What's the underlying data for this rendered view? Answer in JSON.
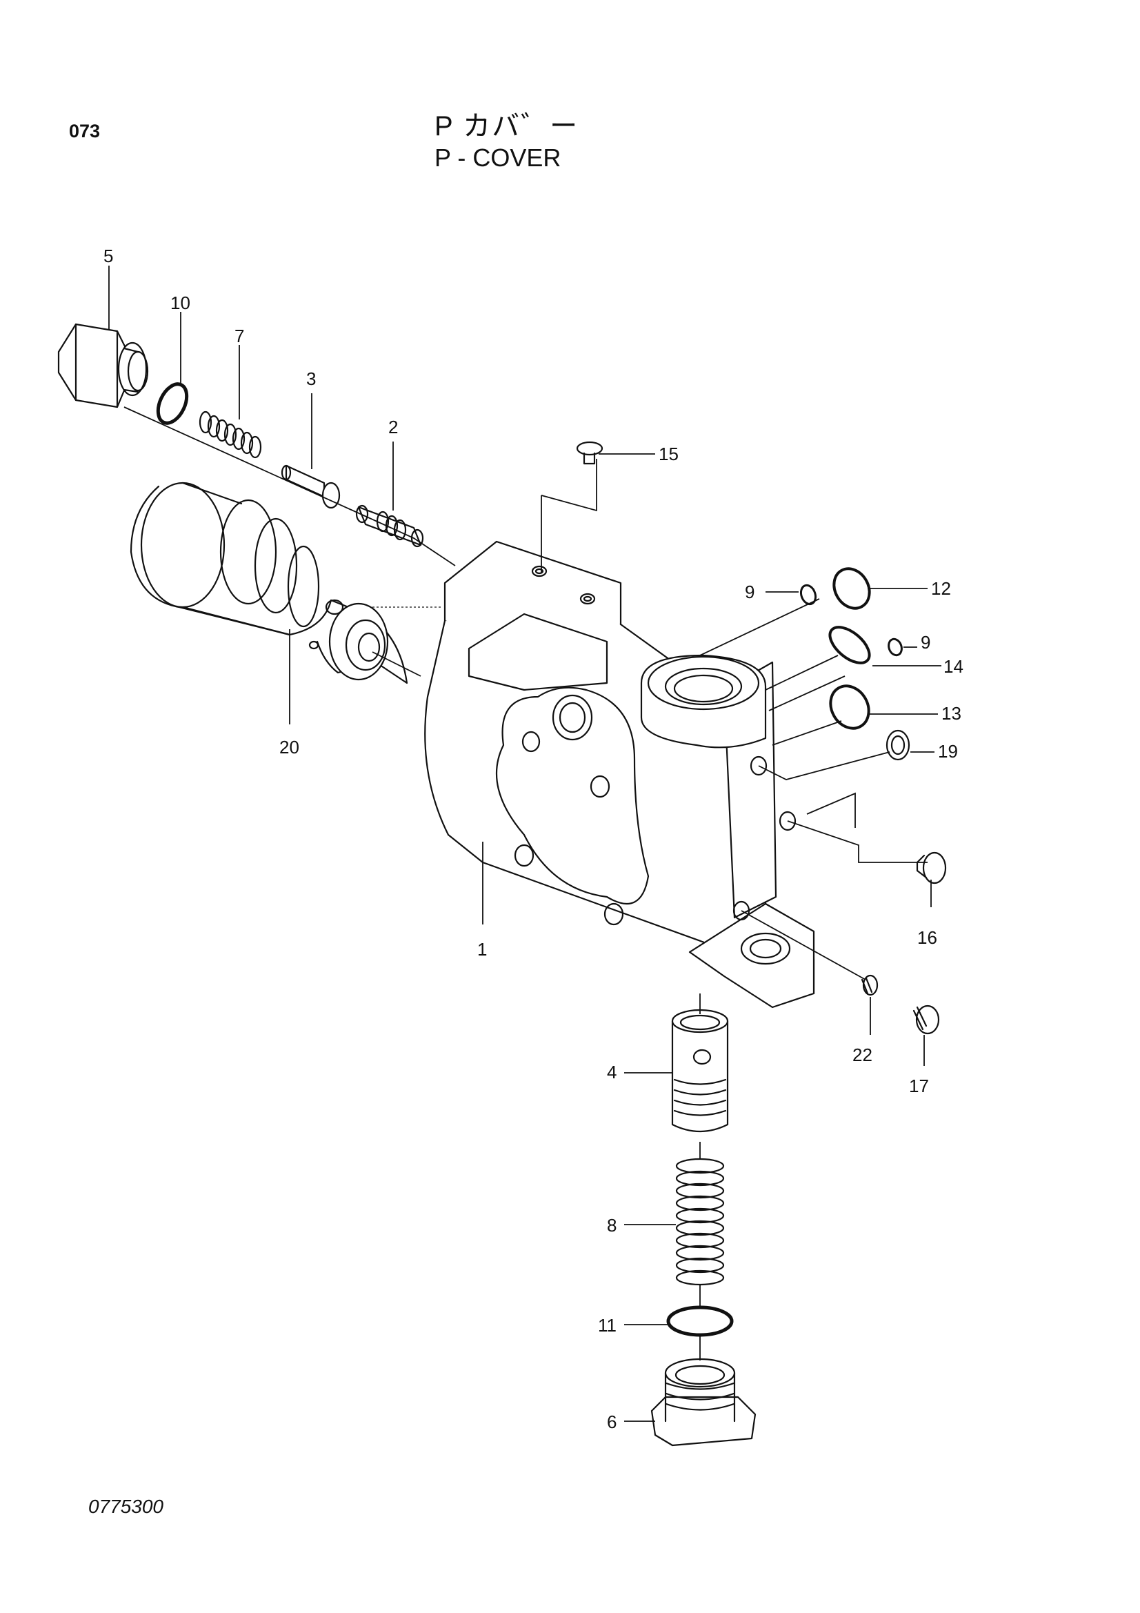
{
  "header": {
    "page_number": "073",
    "title_jp": "P  カバ゛ー",
    "title_en": "P - COVER"
  },
  "footer": {
    "drawing_number": "0775300"
  },
  "callouts": {
    "c1": "1",
    "c2": "2",
    "c3": "3",
    "c4": "4",
    "c5": "5",
    "c6": "6",
    "c7": "7",
    "c8": "8",
    "c9a": "9",
    "c9b": "9",
    "c10": "10",
    "c11": "11",
    "c12": "12",
    "c13": "13",
    "c14": "14",
    "c15": "15",
    "c16": "16",
    "c17": "17",
    "c19": "19",
    "c20": "20",
    "c22": "22"
  }
}
